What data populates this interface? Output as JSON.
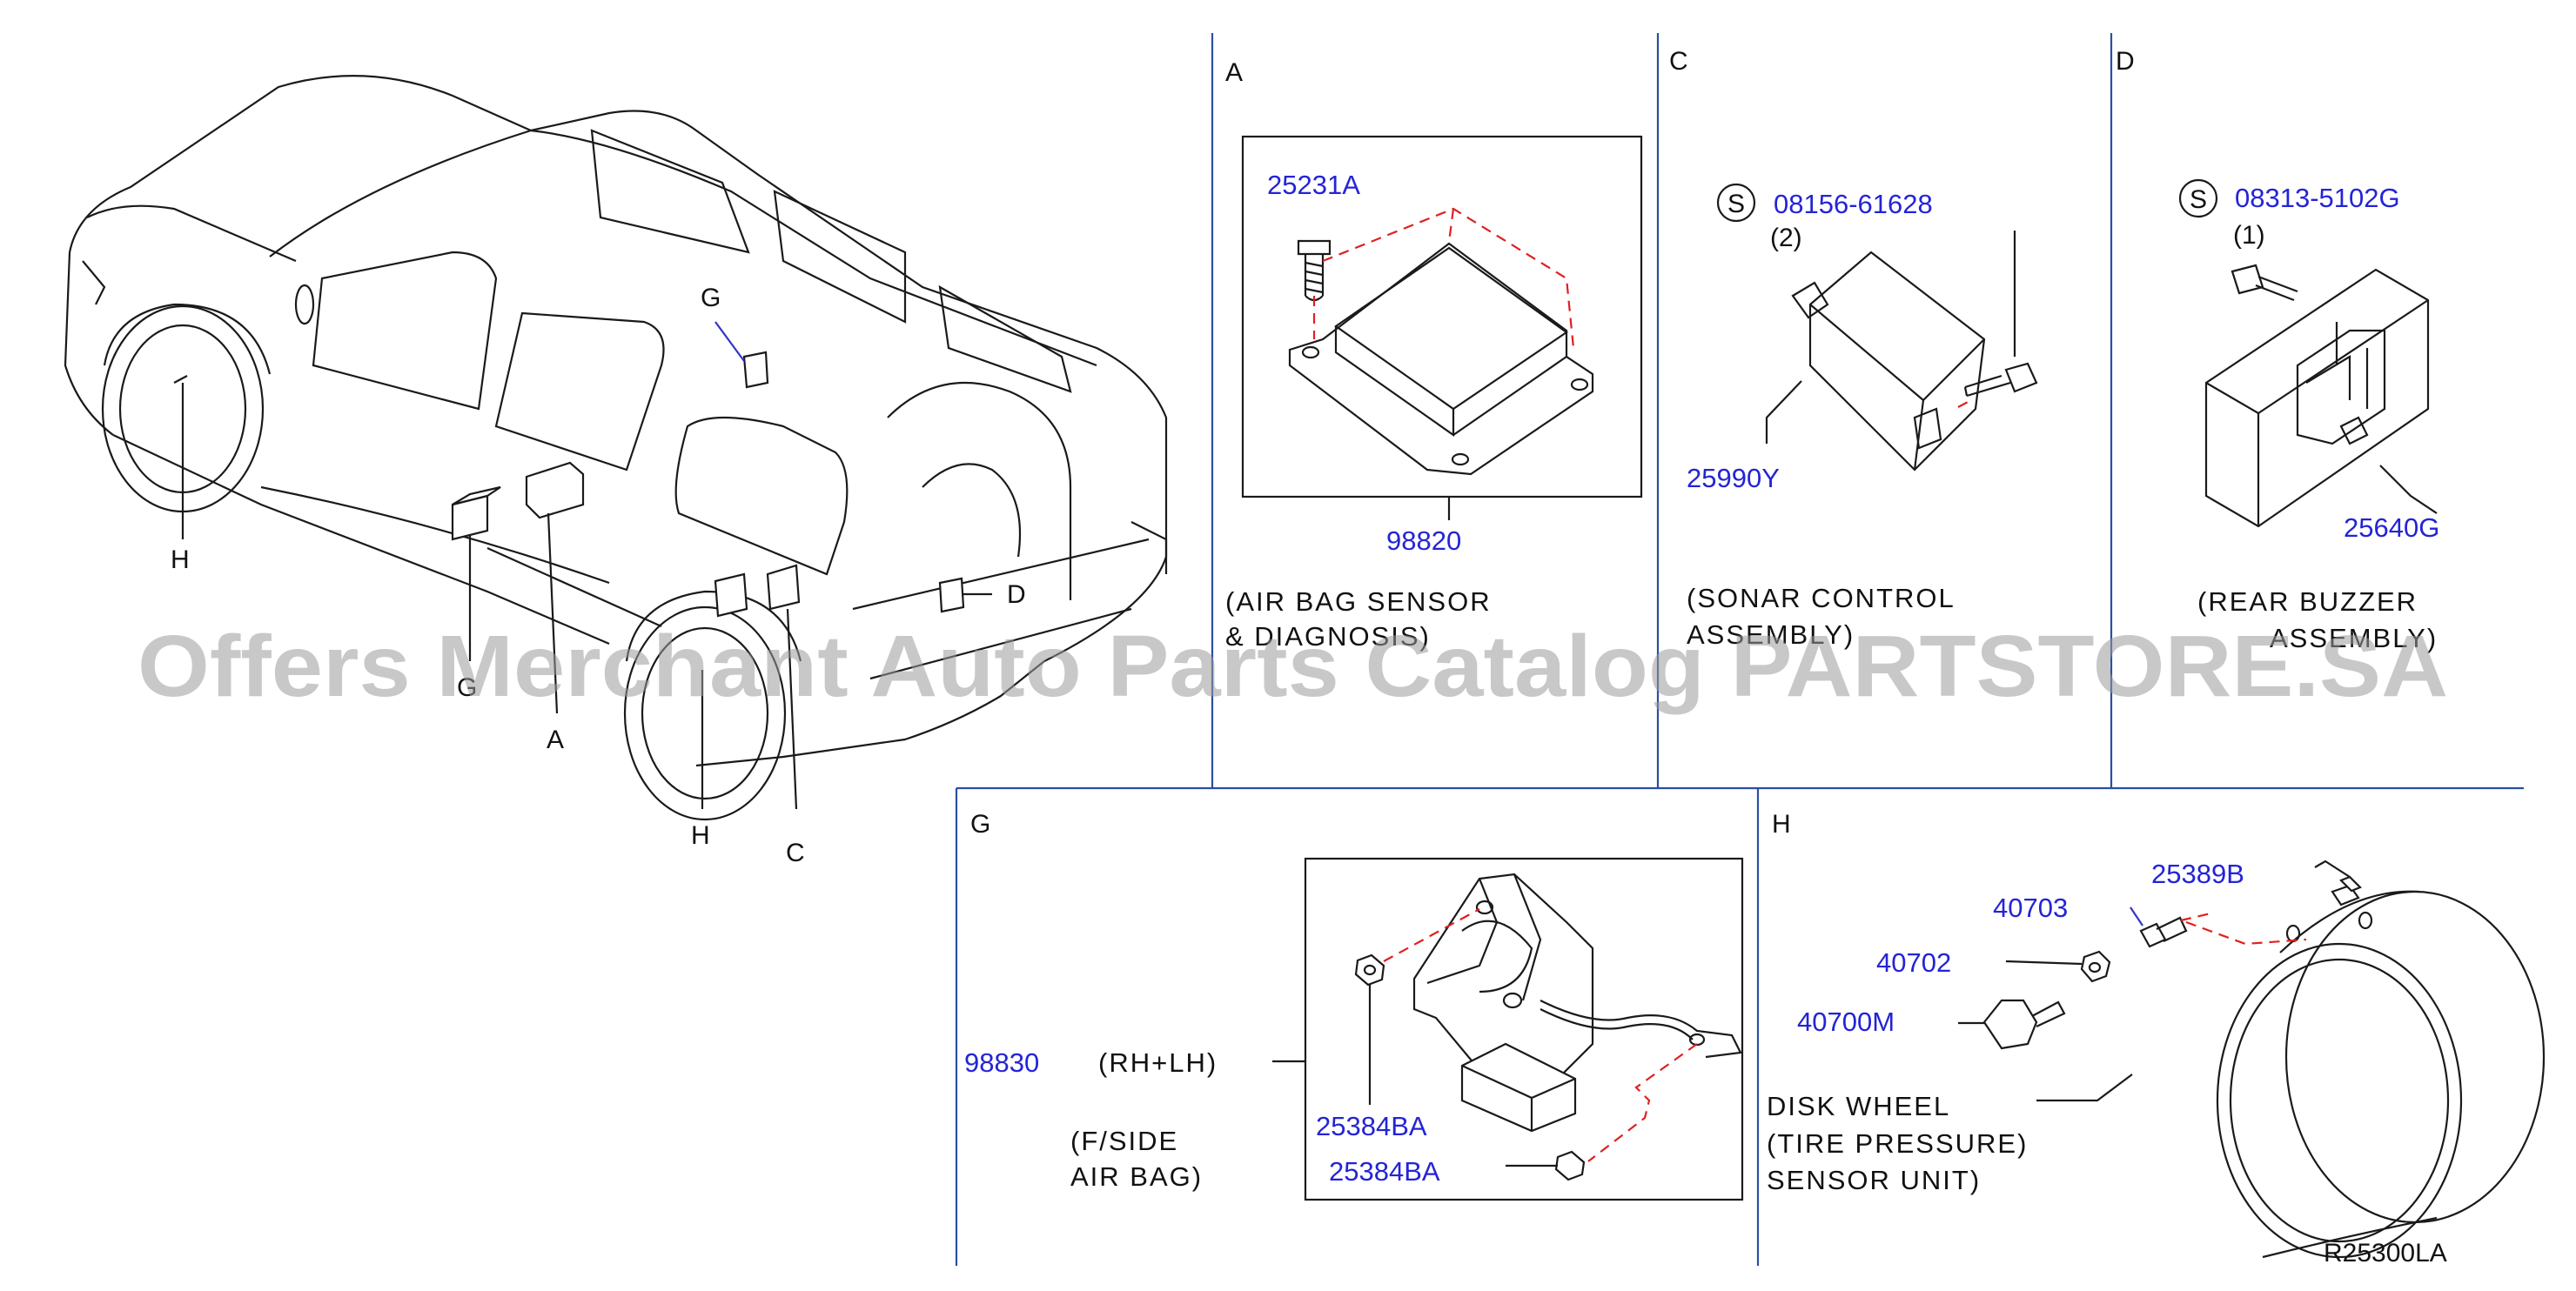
{
  "diagram_code": "R25300LA",
  "watermark": "Offers Merchant Auto Parts Catalog PARTSTORE.SA",
  "car_labels": {
    "h_front": "H",
    "g_roof": "G",
    "g_lower": "G",
    "a": "A",
    "d": "D",
    "h_rear": "H",
    "c": "C"
  },
  "sections": {
    "A": {
      "letter": "A",
      "parts": [
        "25231A",
        "98820"
      ],
      "description": [
        "(AIR  BAG  SENSOR",
        "&  DIAGNOSIS)"
      ]
    },
    "C": {
      "letter": "C",
      "screw_symbol": "S",
      "parts": [
        "08156-61628",
        "25990Y"
      ],
      "quantity": "(2)",
      "description": [
        "(SONAR  CONTROL",
        "ASSEMBLY)"
      ]
    },
    "D": {
      "letter": "D",
      "screw_symbol": "S",
      "parts": [
        "08313-5102G",
        "25640G"
      ],
      "quantity": "(1)",
      "description": [
        "(REAR  BUZZER",
        "ASSEMBLY)"
      ]
    },
    "G": {
      "letter": "G",
      "parts": [
        "98830",
        "25384BA",
        "25384BA"
      ],
      "side": "(RH+LH)",
      "description": [
        "(F/SIDE",
        "AIR  BAG)"
      ]
    },
    "H": {
      "letter": "H",
      "parts": [
        "25389B",
        "40703",
        "40702",
        "40700M"
      ],
      "description": [
        "DISK  WHEEL",
        "(TIRE  PRESSURE)",
        "SENSOR  UNIT)"
      ]
    }
  },
  "colors": {
    "part_number": "#2424d6",
    "line": "#1a1a1a",
    "dashed_guide": "#e02020",
    "leader": "#3434c8",
    "watermark": "#9a9a9a"
  }
}
